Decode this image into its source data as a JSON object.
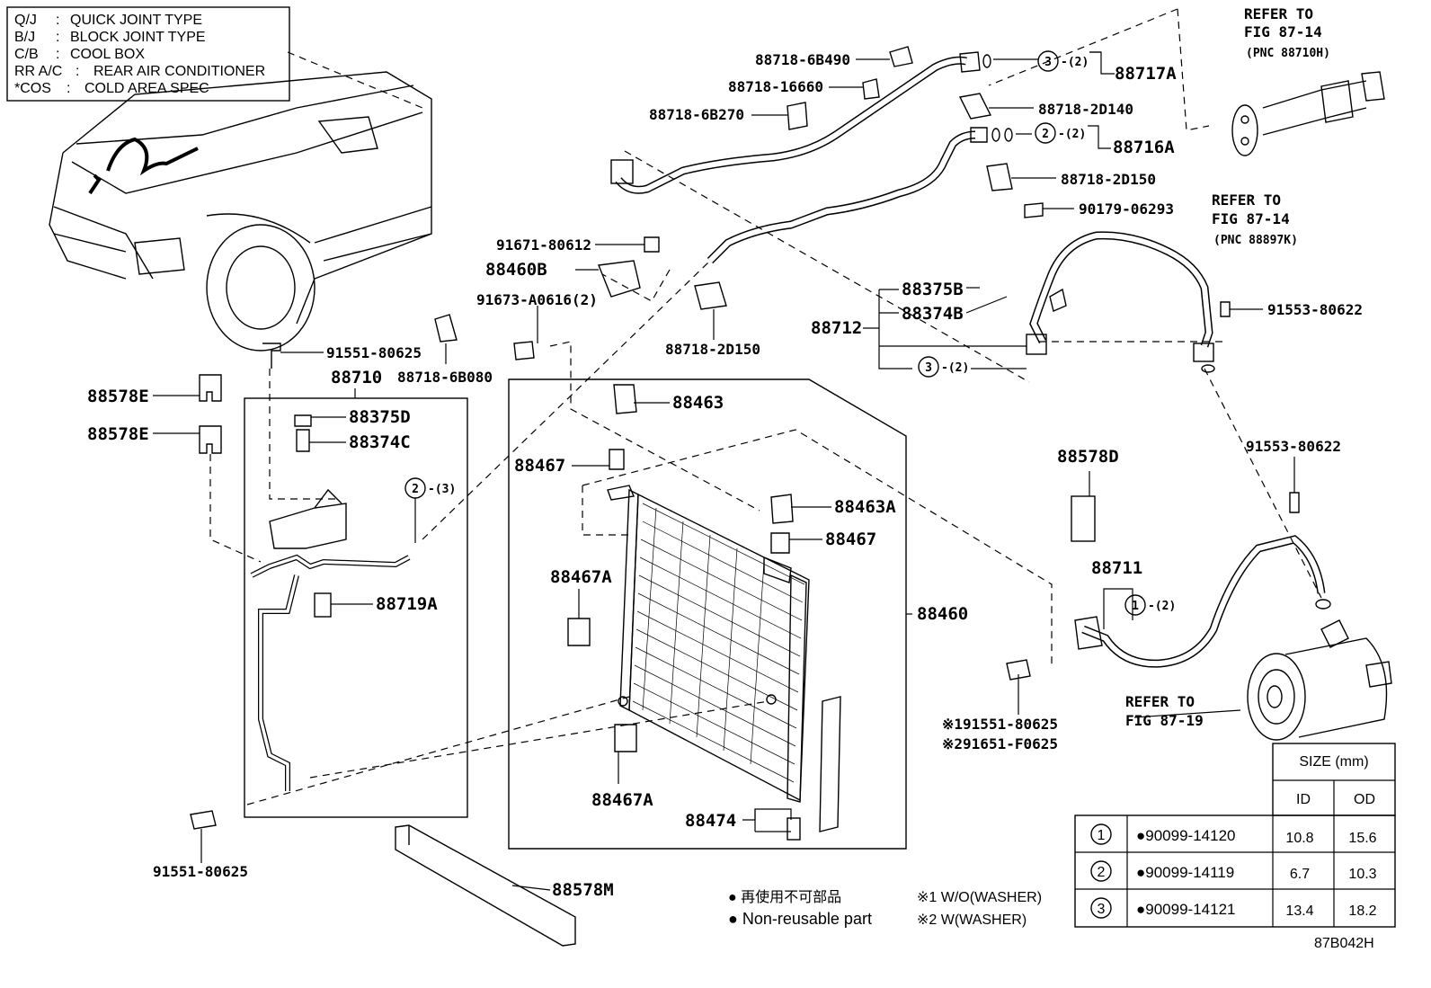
{
  "legend": [
    {
      "abbr": "Q/J",
      "text": "QUICK JOINT TYPE"
    },
    {
      "abbr": "B/J",
      "text": "BLOCK JOINT TYPE"
    },
    {
      "abbr": "C/B",
      "text": "COOL BOX"
    },
    {
      "abbr": "RR A/C",
      "text": "REAR AIR CONDITIONER"
    },
    {
      "abbr": "*COS",
      "text": "COLD AREA SPEC"
    }
  ],
  "refs": {
    "fig_87_14_a": {
      "line1": "REFER TO",
      "line2": "FIG 87-14",
      "line3": "(PNC 88710H)"
    },
    "fig_87_14_b": {
      "line1": "REFER TO",
      "line2": "FIG 87-14",
      "line3": "(PNC 88897K)"
    },
    "fig_87_19": {
      "line1": "REFER TO",
      "line2": "FIG 87-19"
    }
  },
  "parts": {
    "p88718_6B490": "88718-6B490",
    "p88718_16660": "88718-16660",
    "p88718_6B270": "88718-6B270",
    "p88718_2D140": "88718-2D140",
    "p88718_2D150a": "88718-2D150",
    "p90179_06293": "90179-06293",
    "p88717A": "88717A",
    "p88716A": "88716A",
    "p91671_80612": "91671-80612",
    "p88460B": "88460B",
    "p91673_A0616": "91673-A0616(2)",
    "p88718_2D150b": "88718-2D150",
    "p88375B": "88375B",
    "p88374B": "88374B",
    "p88712": "88712",
    "p91553_80622a": "91553-80622",
    "p91551_80625a": "91551-80625",
    "p88718_6B080": "88718-6B080",
    "p88710": "88710",
    "p88578E_1": "88578E",
    "p88578E_2": "88578E",
    "p88375D": "88375D",
    "p88374C": "88374C",
    "p88719A": "88719A",
    "p88463": "88463",
    "p88467_1": "88467",
    "p88463A": "88463A",
    "p88467_2": "88467",
    "p88467A_1": "88467A",
    "p88467A_2": "88467A",
    "p88460": "88460",
    "p88474": "88474",
    "p88578D": "88578D",
    "p88711": "88711",
    "p91553_80622b": "91553-80622",
    "p91551_80625b": "91551-80625",
    "p88578M": "88578M",
    "w1": "※191551-80625",
    "w2": "※291651-F0625",
    "ring3a": "-(2)",
    "ring2a": "-(2)",
    "ring3b": "-(2)",
    "ring2b": "-(3)",
    "ring1": "-(2)"
  },
  "circles": {
    "c1": "1",
    "c2": "2",
    "c3": "3"
  },
  "notes": {
    "jp": "● 再使用不可部品",
    "en": "● Non-reusable part",
    "w1": "※1 W/O(WASHER)",
    "w2": "※2 W(WASHER)"
  },
  "size_table": {
    "title": "SIZE (mm)",
    "headers": [
      "ID",
      "OD"
    ],
    "rows": [
      {
        "ring": "1",
        "part": "●90099-14120",
        "id": "10.8",
        "od": "15.6"
      },
      {
        "ring": "2",
        "part": "●90099-14119",
        "id": "6.7",
        "od": "10.3"
      },
      {
        "ring": "3",
        "part": "●90099-14121",
        "id": "13.4",
        "od": "18.2"
      }
    ]
  },
  "figure_code": "87B042H"
}
